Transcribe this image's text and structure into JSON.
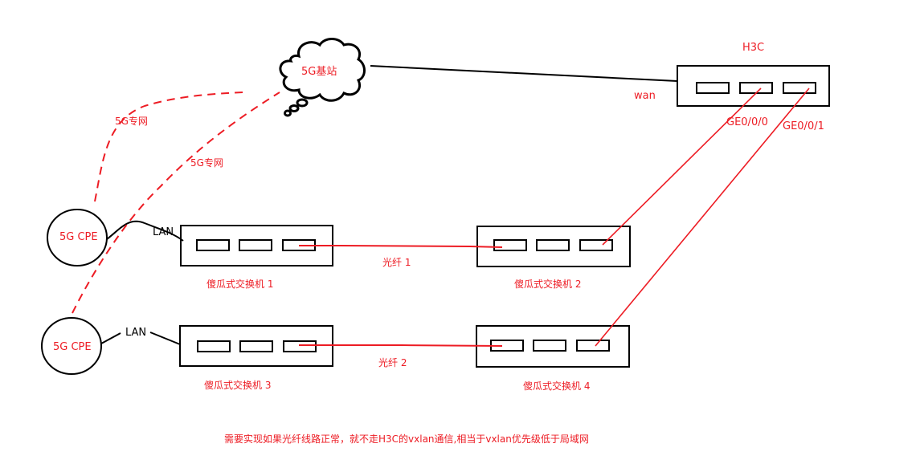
{
  "colors": {
    "ink": "#000000",
    "accent": "#ed1c24",
    "background": "#ffffff"
  },
  "nodes": {
    "base_station": {
      "label": "5G基站",
      "shape": "cloud"
    },
    "h3c": {
      "label": "H3C",
      "port_count": 3,
      "wan_label": "wan"
    },
    "cpe1": {
      "label": "5G CPE",
      "shape": "ellipse"
    },
    "cpe2": {
      "label": "5G CPE",
      "shape": "ellipse"
    },
    "switch1": {
      "label": "傻瓜式交换机 1",
      "port_count": 3
    },
    "switch2": {
      "label": "傻瓜式交换机  2",
      "port_count": 3
    },
    "switch3": {
      "label": "傻瓜式交换机 3",
      "port_count": 3
    },
    "switch4": {
      "label": "傻瓜式交换机  4",
      "port_count": 3
    }
  },
  "links": [
    {
      "from": "base_station",
      "to": "h3c",
      "style": "solid",
      "color": "ink",
      "label": "wan"
    },
    {
      "from": "cpe1",
      "to": "base_station",
      "style": "dashed",
      "color": "accent",
      "label": "5G专网"
    },
    {
      "from": "cpe2",
      "to": "base_station",
      "style": "dashed",
      "color": "accent",
      "label": "5G专网"
    },
    {
      "from": "cpe1",
      "to": "switch1",
      "style": "solid",
      "color": "ink",
      "label": "LAN"
    },
    {
      "from": "cpe2",
      "to": "switch3",
      "style": "solid",
      "color": "ink",
      "label": "LAN"
    },
    {
      "from": "switch1",
      "to": "switch2",
      "style": "solid",
      "color": "accent",
      "label": "光纤 1"
    },
    {
      "from": "switch3",
      "to": "switch4",
      "style": "solid",
      "color": "accent",
      "label": "光纤 2"
    },
    {
      "from": "h3c",
      "to": "switch2",
      "style": "solid",
      "color": "accent",
      "label": "GE0/0/0"
    },
    {
      "from": "h3c",
      "to": "switch4",
      "style": "solid",
      "color": "accent",
      "label": "GE0/0/1"
    }
  ],
  "labels": {
    "private_net_1": "5G专网",
    "private_net_2": "5G专网",
    "lan_1": "LAN",
    "lan_2": "LAN",
    "fiber_1": "光纤 1",
    "fiber_2": "光纤 2",
    "ge000": "GE0/0/0",
    "ge001": "GE0/0/1",
    "wan": "wan"
  },
  "note": "需要实现如果光纤线路正常，就不走H3C的vxlan通信,相当于vxlan优先级低于局域网"
}
